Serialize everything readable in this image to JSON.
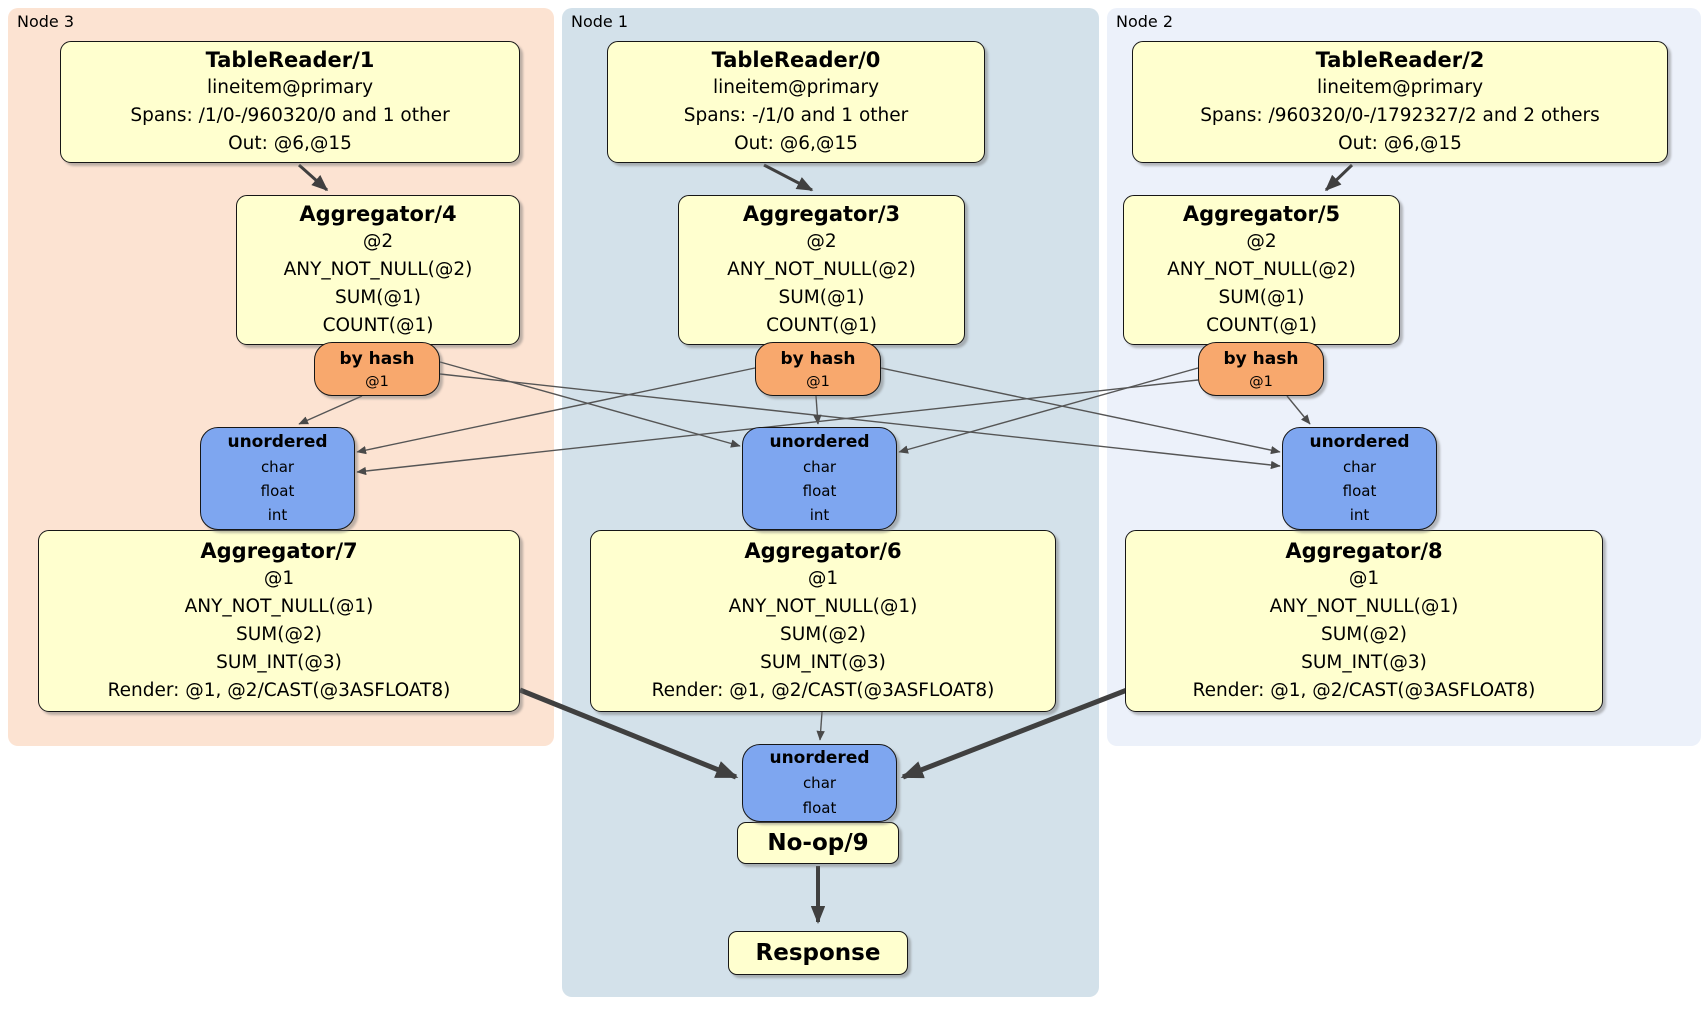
{
  "nodes": [
    {
      "label": "Node 3",
      "table_reader": {
        "title": "TableReader/1",
        "lines": [
          "lineitem@primary",
          "Spans: /1/0-/960320/0 and 1 other",
          "Out: @6,@15"
        ]
      },
      "aggregator": {
        "title": "Aggregator/4",
        "lines": [
          "@2",
          "ANY_NOT_NULL(@2)",
          "SUM(@1)",
          "COUNT(@1)"
        ]
      },
      "router": {
        "title": "by hash",
        "detail": "@1"
      },
      "sync": {
        "title": "unordered",
        "lines": [
          "char",
          "float",
          "int"
        ]
      },
      "final_aggregator": {
        "title": "Aggregator/7",
        "lines": [
          "@1",
          "ANY_NOT_NULL(@1)",
          "SUM(@2)",
          "SUM_INT(@3)",
          "Render: @1, @2/CAST(@3ASFLOAT8)"
        ]
      }
    },
    {
      "label": "Node 1",
      "table_reader": {
        "title": "TableReader/0",
        "lines": [
          "lineitem@primary",
          "Spans: -/1/0 and 1 other",
          "Out: @6,@15"
        ]
      },
      "aggregator": {
        "title": "Aggregator/3",
        "lines": [
          "@2",
          "ANY_NOT_NULL(@2)",
          "SUM(@1)",
          "COUNT(@1)"
        ]
      },
      "router": {
        "title": "by hash",
        "detail": "@1"
      },
      "sync": {
        "title": "unordered",
        "lines": [
          "char",
          "float",
          "int"
        ]
      },
      "final_aggregator": {
        "title": "Aggregator/6",
        "lines": [
          "@1",
          "ANY_NOT_NULL(@1)",
          "SUM(@2)",
          "SUM_INT(@3)",
          "Render: @1, @2/CAST(@3ASFLOAT8)"
        ]
      }
    },
    {
      "label": "Node 2",
      "table_reader": {
        "title": "TableReader/2",
        "lines": [
          "lineitem@primary",
          "Spans: /960320/0-/1792327/2 and 2 others",
          "Out: @6,@15"
        ]
      },
      "aggregator": {
        "title": "Aggregator/5",
        "lines": [
          "@2",
          "ANY_NOT_NULL(@2)",
          "SUM(@1)",
          "COUNT(@1)"
        ]
      },
      "router": {
        "title": "by hash",
        "detail": "@1"
      },
      "sync": {
        "title": "unordered",
        "lines": [
          "char",
          "float",
          "int"
        ]
      },
      "final_aggregator": {
        "title": "Aggregator/8",
        "lines": [
          "@1",
          "ANY_NOT_NULL(@1)",
          "SUM(@2)",
          "SUM_INT(@3)",
          "Render: @1, @2/CAST(@3ASFLOAT8)"
        ]
      }
    }
  ],
  "output_stage": {
    "sync": {
      "title": "unordered",
      "lines": [
        "char",
        "float"
      ]
    },
    "noop": {
      "title": "No-op/9"
    },
    "response": {
      "title": "Response"
    }
  },
  "colors": {
    "panel3": "#fce3d2",
    "panel1": "#d3e1ea",
    "panel2": "#ecf1fa",
    "box": "#ffffcf",
    "router": "#f8a86d",
    "sync": "#7ea6f0",
    "edge": "#555555",
    "thickedge": "#404040"
  }
}
